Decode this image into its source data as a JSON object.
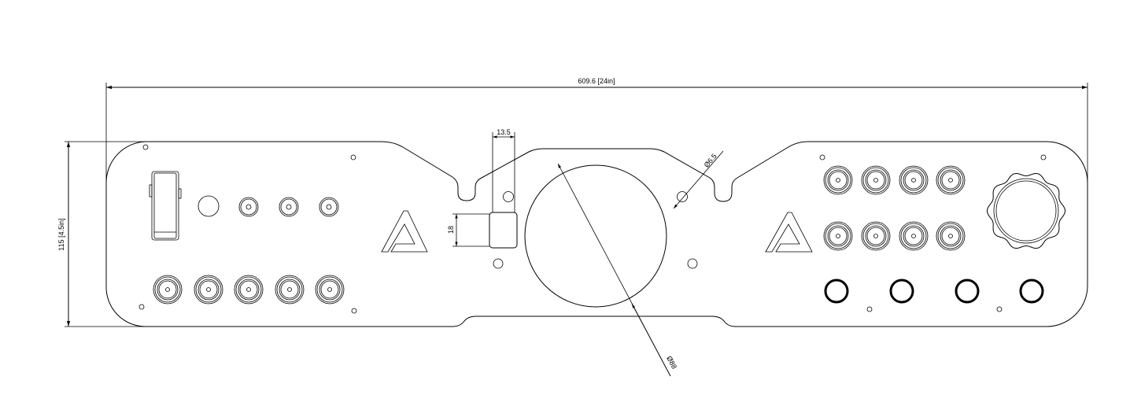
{
  "drawing": {
    "colors": {
      "line": "#000000",
      "background": "#ffffff"
    },
    "dimensions": {
      "overall_width": "609.6 [24in]",
      "overall_height": "115 [4.5in]",
      "slot_width": "13.5",
      "square_height": "18",
      "hole_diameter": "Ø6.5",
      "large_hole_diameter": "Ø88"
    }
  }
}
